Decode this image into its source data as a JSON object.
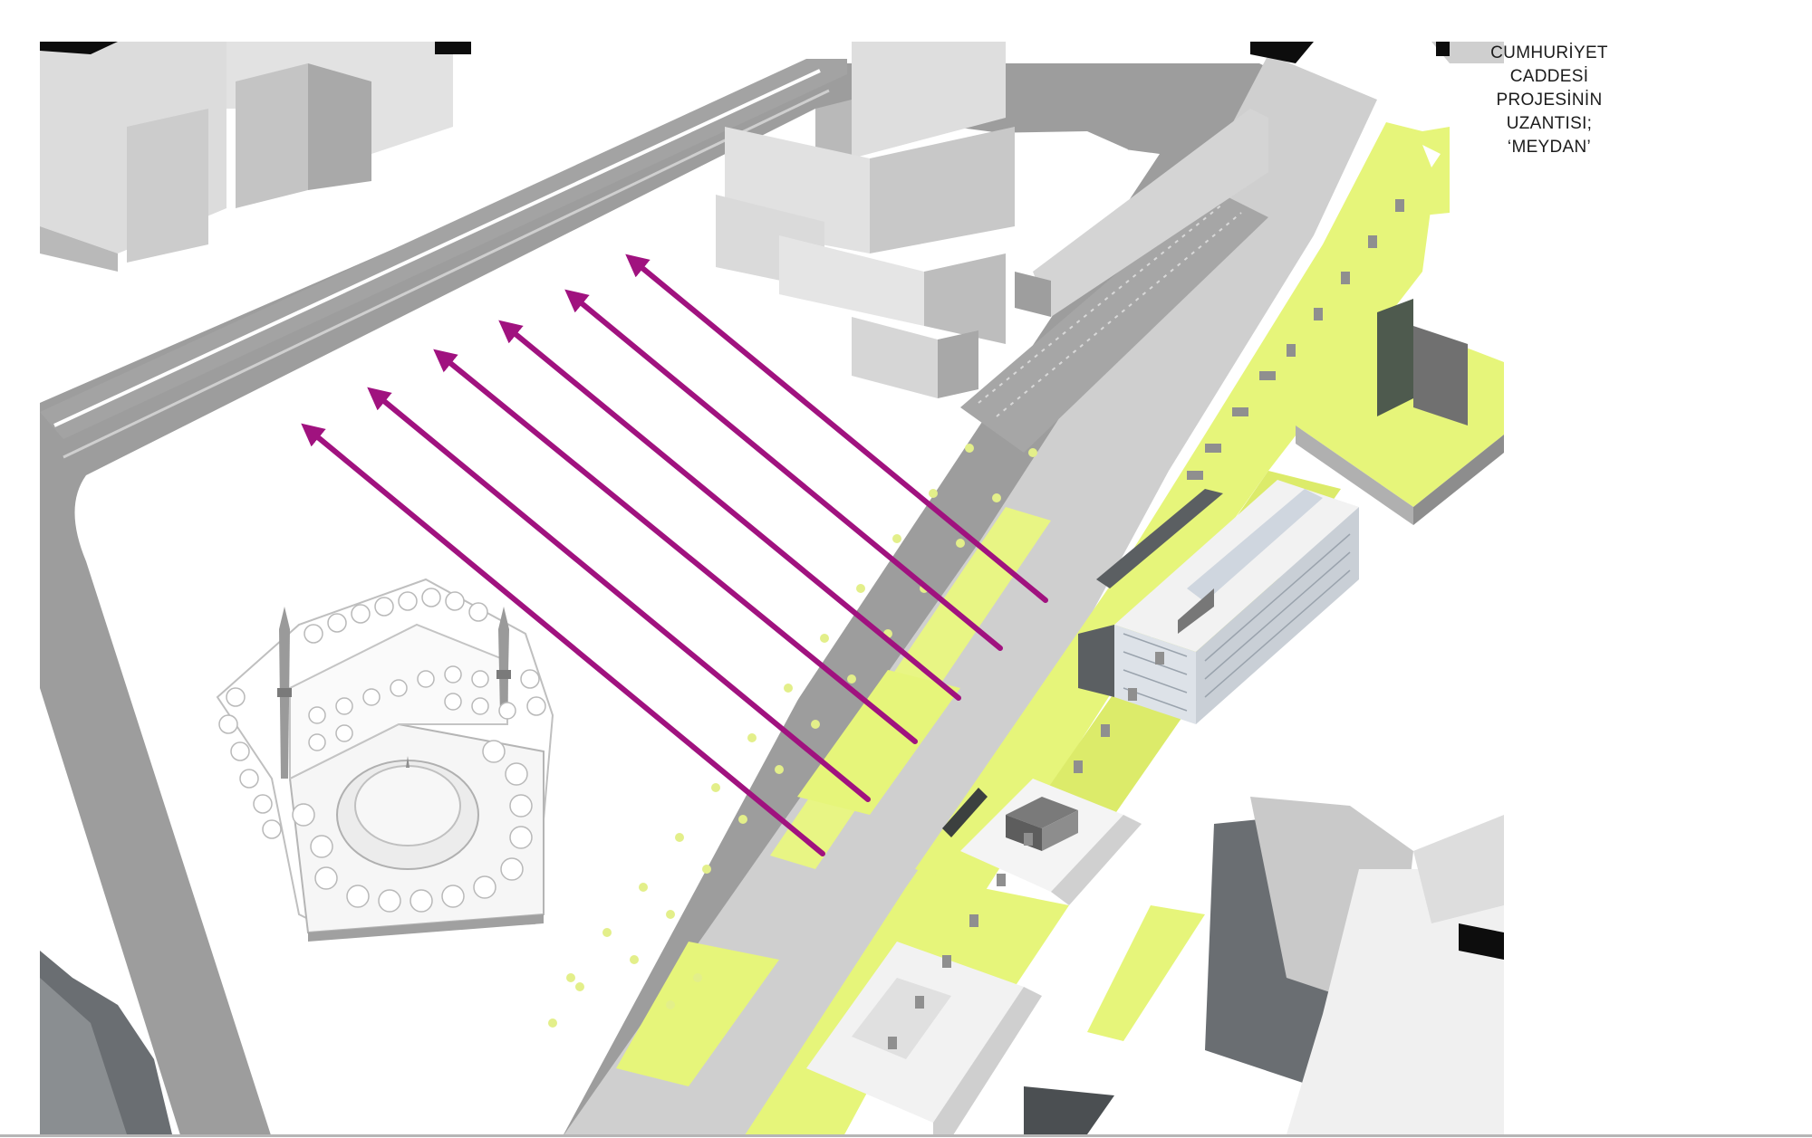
{
  "caption": {
    "lines": [
      "CUMHURİYET",
      "CADDESİ",
      "PROJESİNİN",
      "UZANTISI;",
      "‘MEYDAN’"
    ]
  },
  "colors": {
    "road": "#9d9d9d",
    "road_edge": "#c7c7c7",
    "plaza": "#ffffff",
    "lawn": "#e6f57a",
    "building_light": "#dcdcdc",
    "building_mid": "#b9b9b9",
    "building_dark": "#7a7a7a",
    "shadow": "#5b5f62",
    "arrow": "#a0127f",
    "black_block": "#0d0d0d"
  },
  "diagram": {
    "subject": "aerial 3D massing model of a city square with mosque",
    "arrows": {
      "count": 6,
      "direction": "north-west",
      "icon": "arrow-icon"
    },
    "features": [
      "mosque",
      "office-block",
      "lawn-strip",
      "parking-lot",
      "avenue",
      "tree-row"
    ]
  }
}
